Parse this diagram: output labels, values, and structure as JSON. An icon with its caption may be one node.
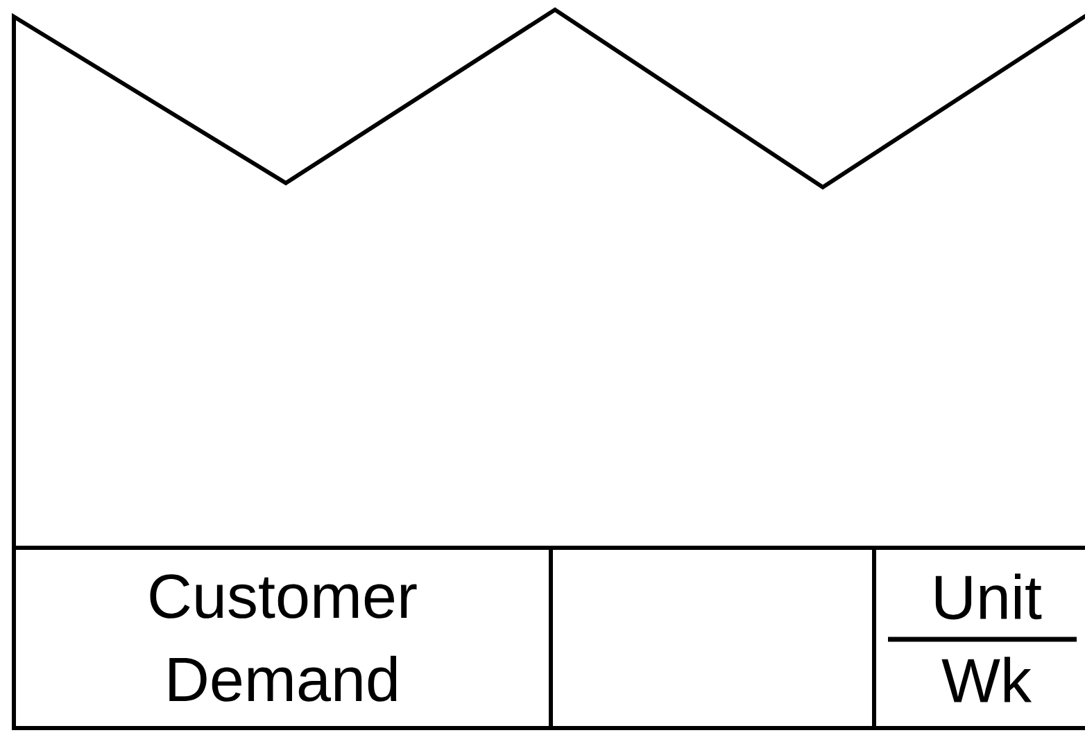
{
  "diagram": {
    "nodes": [
      {
        "text": [
          "Customer Demand"
        ]
      },
      {
        "text": [],
        "shape": "box"
      },
      {
        "text": [
          "Unit",
          "Wk"
        ]
      }
    ]
  }
}
